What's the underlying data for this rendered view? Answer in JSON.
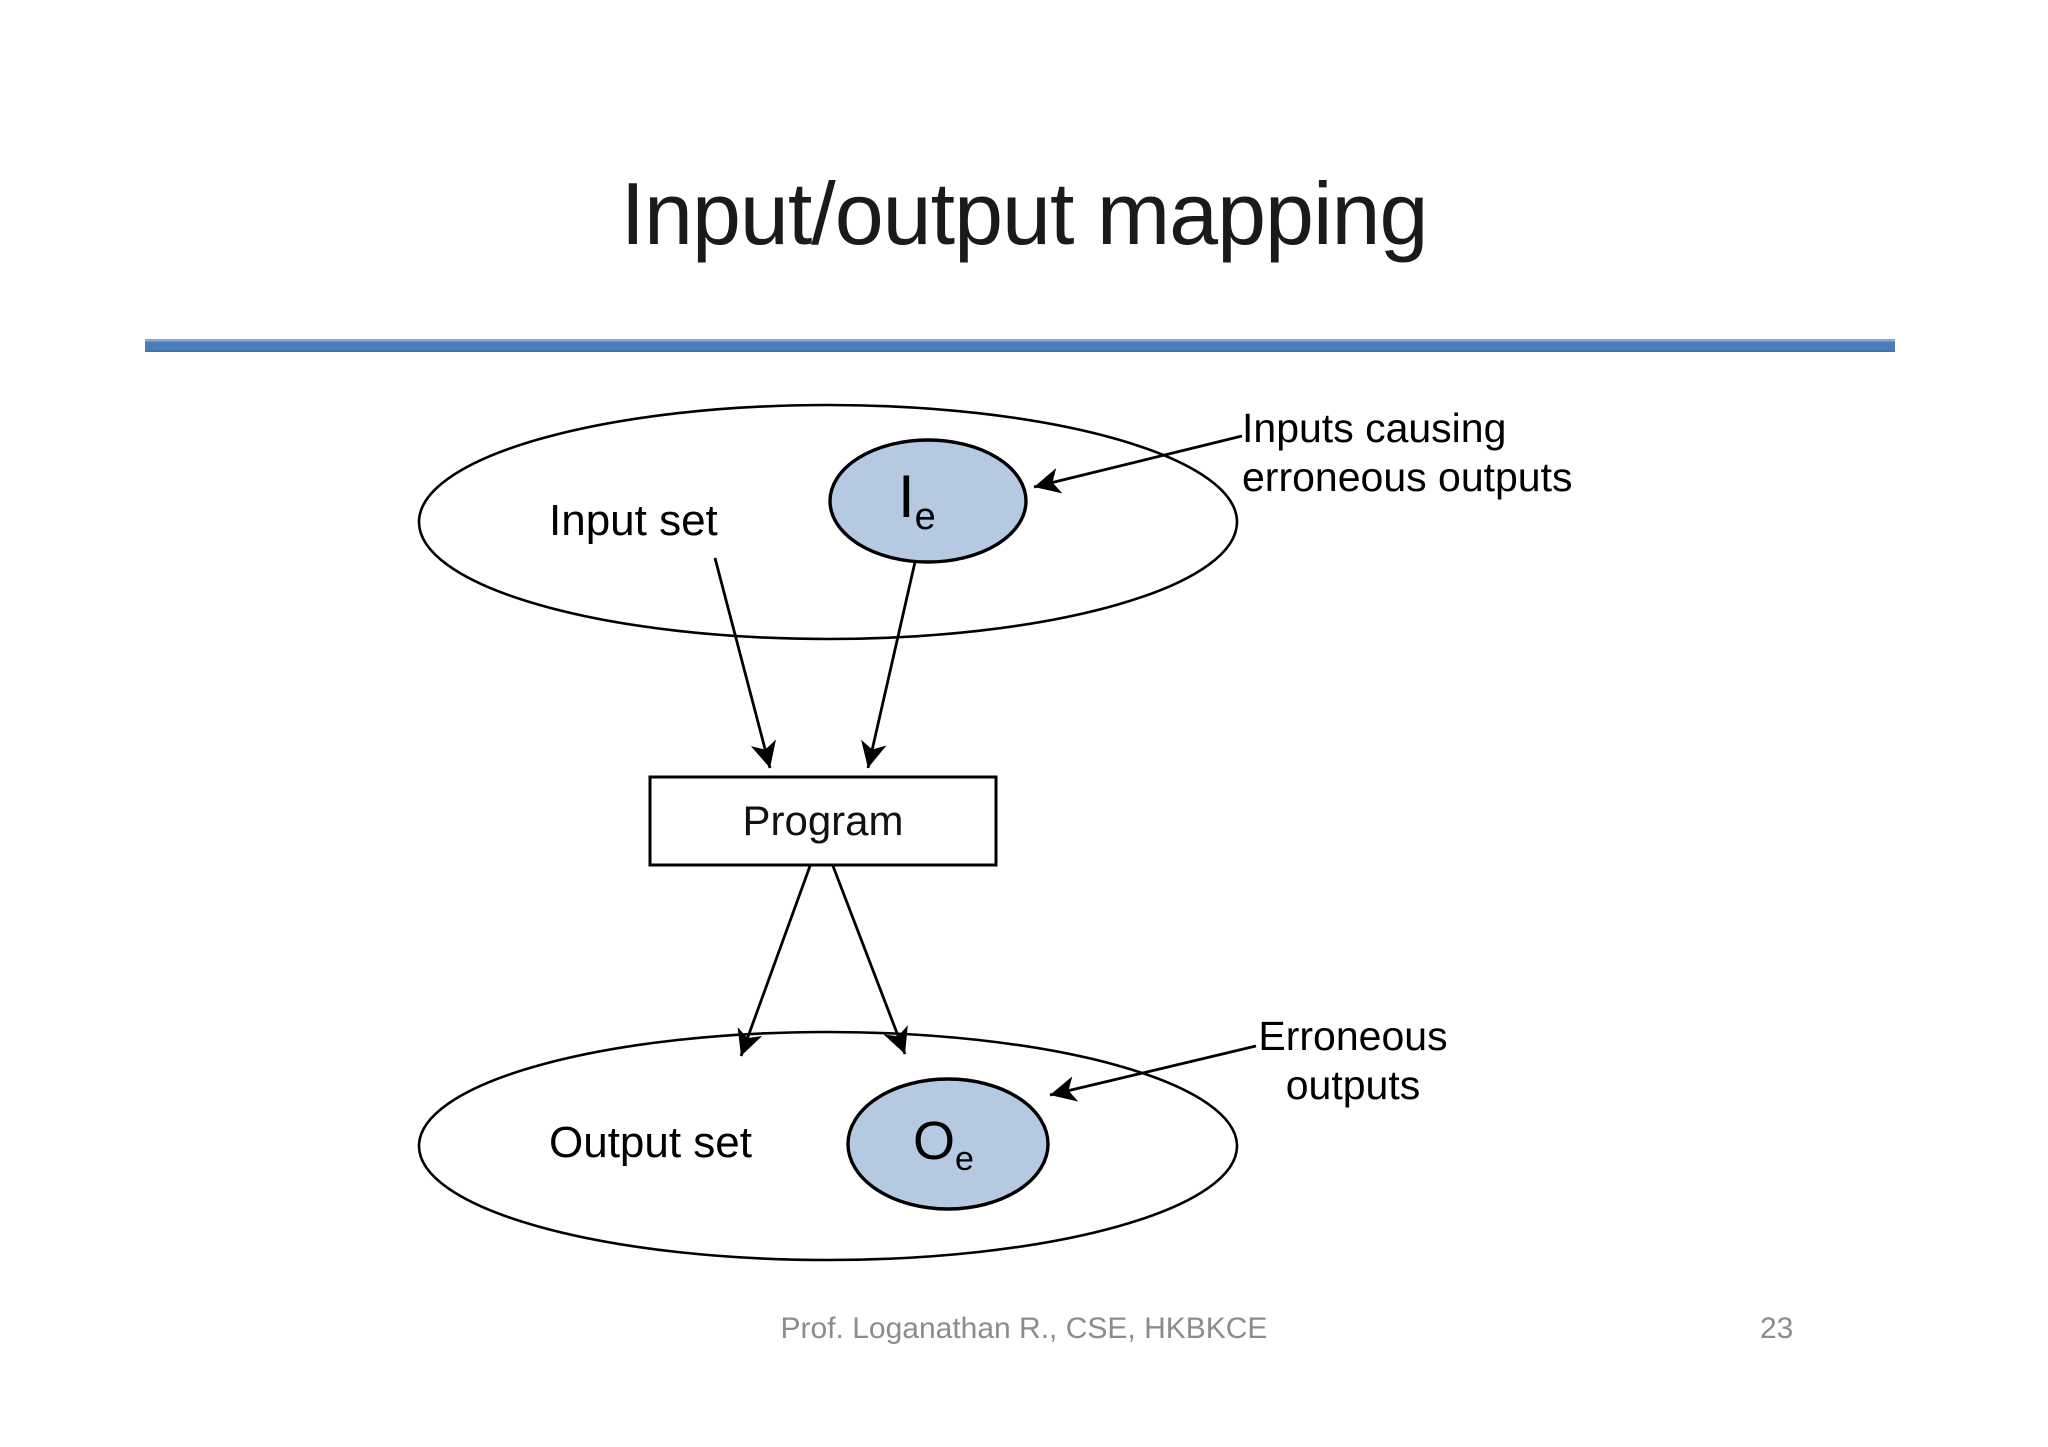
{
  "slide": {
    "title": "Input/output mapping",
    "footer": {
      "credit": "Prof. Loganathan R., CSE, HKBKCE",
      "page_number": "23"
    },
    "colors": {
      "accent_rule_blue": "#4a7ebb",
      "subset_fill_blue": "#b5c9e0",
      "outline_black": "#000000",
      "footer_gray": "#8c8c8c",
      "background": "#ffffff"
    }
  },
  "diagram": {
    "input_set": {
      "label": "Input set"
    },
    "input_subset": {
      "symbol": "I",
      "subscript": "e"
    },
    "program": {
      "label": "Program"
    },
    "output_set": {
      "label": "Output set"
    },
    "output_subset": {
      "symbol": "O",
      "subscript": "e"
    },
    "annotations": {
      "inputs_causing": {
        "line1": "Inputs causing",
        "line2": "erroneous outputs"
      },
      "erroneous_outputs": {
        "line1": "Erroneous",
        "line2": "outputs"
      }
    }
  }
}
